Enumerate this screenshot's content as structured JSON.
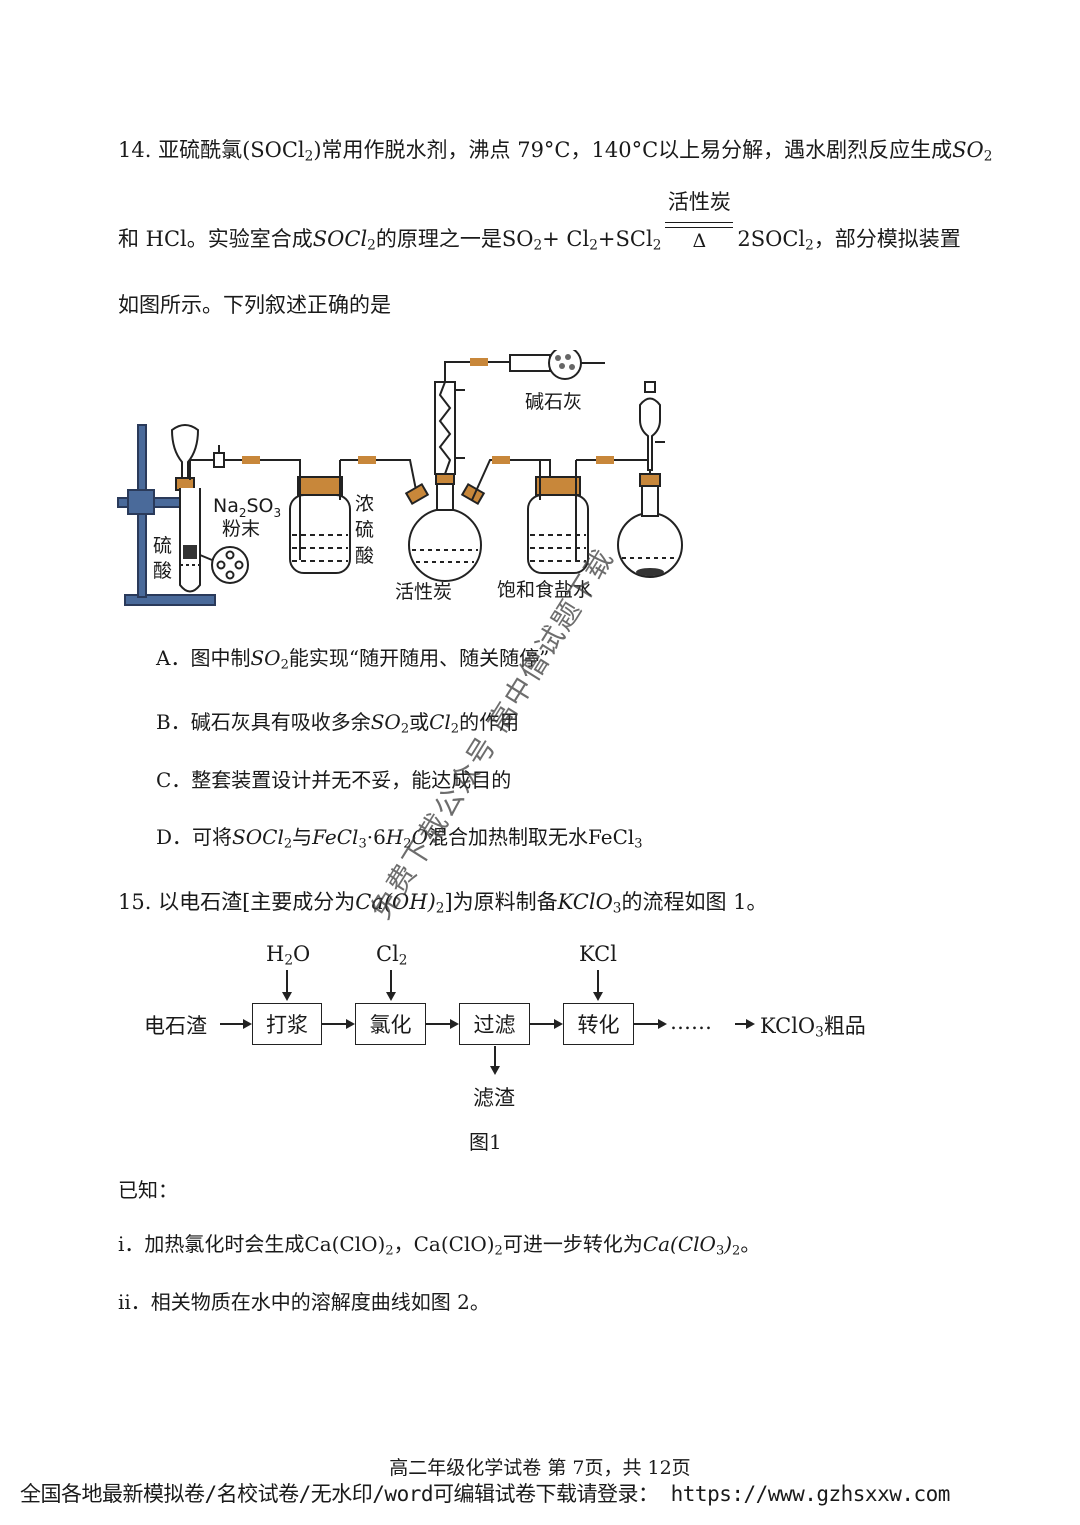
{
  "q14": {
    "line1_a": "14. 亚硫酰氯(SOCl",
    "line1_sub": "2",
    "line1_b": ")常用作脱水剂，沸点 79°C，140°C以上易分解，遇水剧烈反应生成",
    "line1_so2": "SO",
    "line1_so2_sub": "2",
    "line2_a": "和 HCl。实验室合成",
    "line2_socl": "SOCl",
    "line2_socl_sub": "2",
    "line2_b": "的原理之一是SO",
    "line2_c": "+ Cl",
    "line2_d": "+SCl",
    "line2_catalyst": "活性炭",
    "line2_heat": "Δ",
    "line2_e": "2SOCl",
    "line2_f": "，部分模拟装置",
    "sub2": "2",
    "line3": "如图所示。下列叙述正确的是",
    "apparatus": {
      "soda_lime": "碱石灰",
      "na2so3_a": "Na",
      "na2so3_b": "SO",
      "na2so3_sub2": "2",
      "na2so3_sub3": "3",
      "powder": "粉末",
      "sulfuric_1": "硫",
      "sulfuric_2": "酸",
      "conc_1": "浓",
      "conc_2": "硫",
      "conc_3": "酸",
      "activated_carbon": "活性炭",
      "brine": "饱和食盐水"
    },
    "options": {
      "A_a": "A．图中制",
      "A_so": "SO",
      "A_b": "能实现“随开随用、随关随停”",
      "B_a": "B．碱石灰具有吸收多余",
      "B_so": "SO",
      "B_or": "或",
      "B_cl": "Cl",
      "B_b": "的作用",
      "C": "C．整套装置设计并无不妥，能达成目的",
      "D_a": "D．可将",
      "D_socl": "SOCl",
      "D_with": "与",
      "D_fecl": "FeCl",
      "D_sub3": "3",
      "D_dot": "·6",
      "D_h2o": "H",
      "D_o": "O",
      "D_b": "混合加热制取无水FeCl",
      "sub2": "2"
    }
  },
  "q15": {
    "intro_a": "15.  以电石渣[主要成分为",
    "intro_ca": "Ca(OH)",
    "intro_sub": "2",
    "intro_b": "]为原料制备",
    "intro_kclo": "KClO",
    "intro_sub3": "3",
    "intro_c": "的流程如图 1。",
    "flow": {
      "input_h2o_a": "H",
      "input_h2o_sub": "2",
      "input_h2o_b": "O",
      "input_cl_a": "Cl",
      "input_cl_sub": "2",
      "input_kcl": "KCl",
      "start": "电石渣",
      "step1": "打浆",
      "step2": "氯化",
      "step3": "过滤",
      "step4": "转化",
      "dots": "……",
      "end_a": "KClO",
      "end_sub": "3",
      "end_b": "粗品",
      "residue": "滤渣",
      "caption": "图1"
    },
    "known": "已知：",
    "i_a": "i．加热氯化时会生成Ca(ClO)",
    "i_b": "，Ca(ClO)",
    "i_c": "可进一步转化为",
    "i_d": "Ca(ClO",
    "i_e": ")",
    "i_f": "。",
    "ii": "ii．相关物质在水中的溶解度曲线如图 2。",
    "sub2": "2",
    "sub3": "3"
  },
  "footer": {
    "page": "高二年级化学试卷    第 7页，共 12页",
    "ad": "全国各地最新模拟卷/名校试卷/无水印/word可编辑试卷下载请登录：  https://www.gzhsxxw.com"
  },
  "watermark": "免费下载公众号   高中僧试题下载"
}
